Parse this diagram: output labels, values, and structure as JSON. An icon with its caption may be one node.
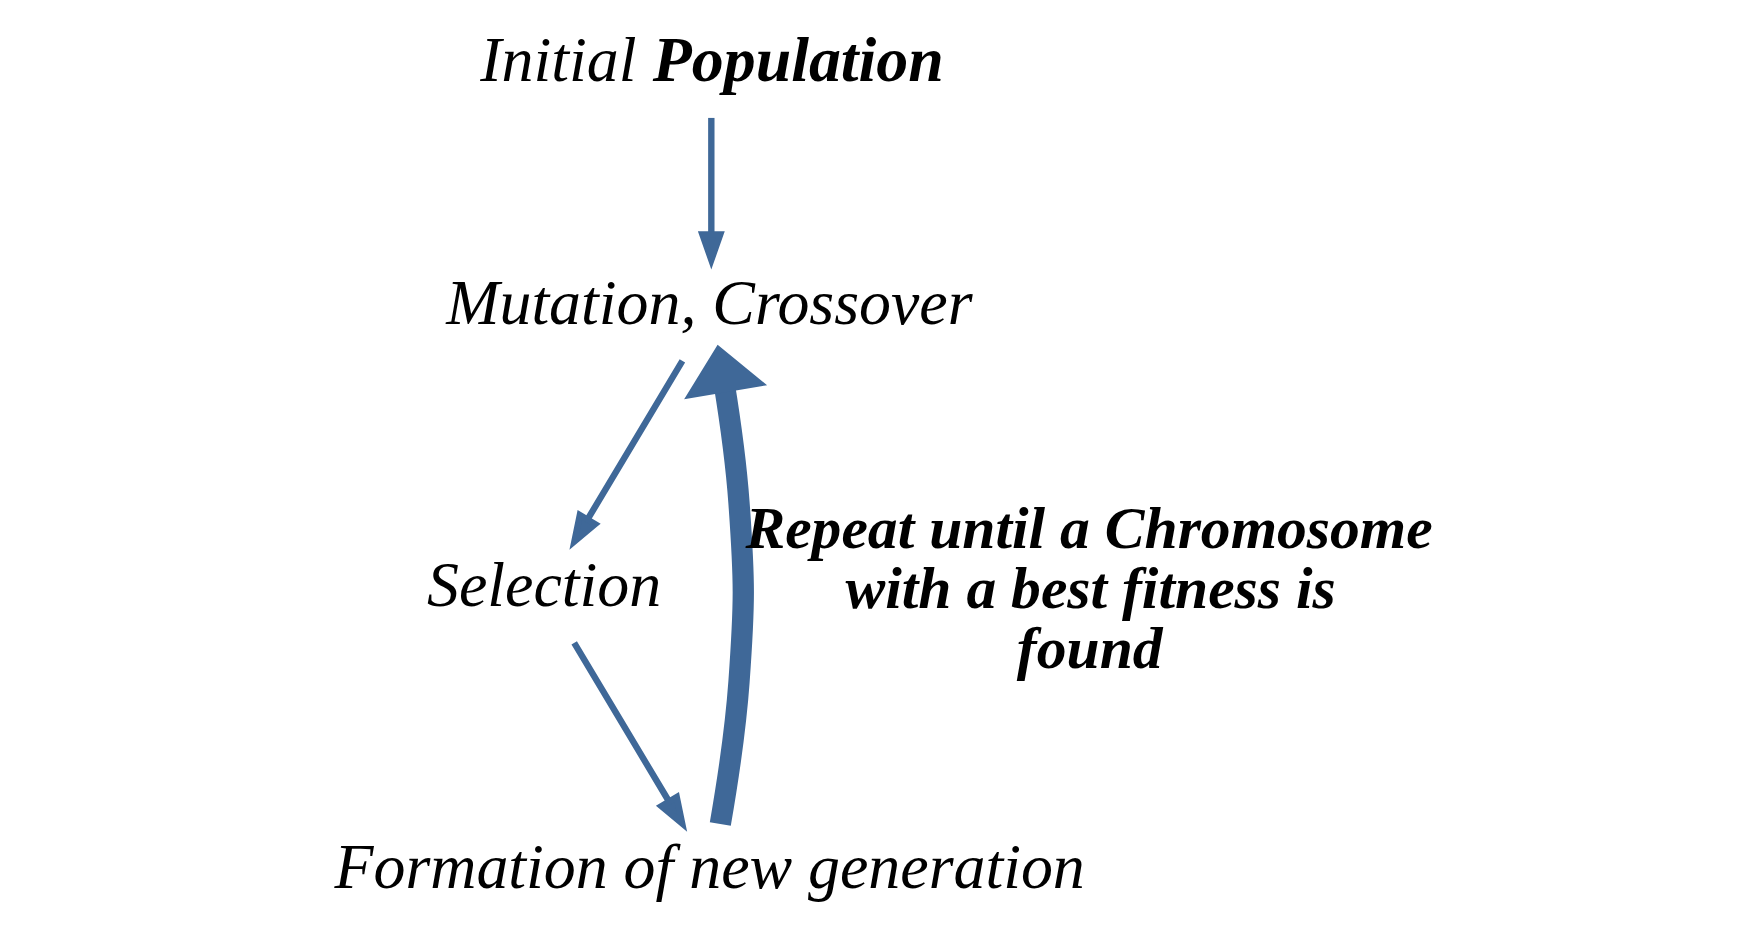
{
  "diagram": {
    "nodes": [
      {
        "text": [
          "Initial **Population**"
        ]
      },
      {
        "text": [
          "Mutation, Crossover"
        ]
      },
      {
        "text": [
          "Selection"
        ]
      },
      {
        "text": [
          "Formation of new generation"
        ]
      }
    ],
    "edges": [
      {
        "from": 0,
        "to": 1,
        "arrow": "to"
      },
      {
        "from": 1,
        "to": 2,
        "arrow": "to"
      },
      {
        "from": 2,
        "to": 3,
        "arrow": "to"
      },
      {
        "from": 3,
        "to": 1,
        "arrow": "to",
        "style": "thick",
        "label": "Repeat until a Chromosome with a best fitness is found"
      }
    ]
  }
}
